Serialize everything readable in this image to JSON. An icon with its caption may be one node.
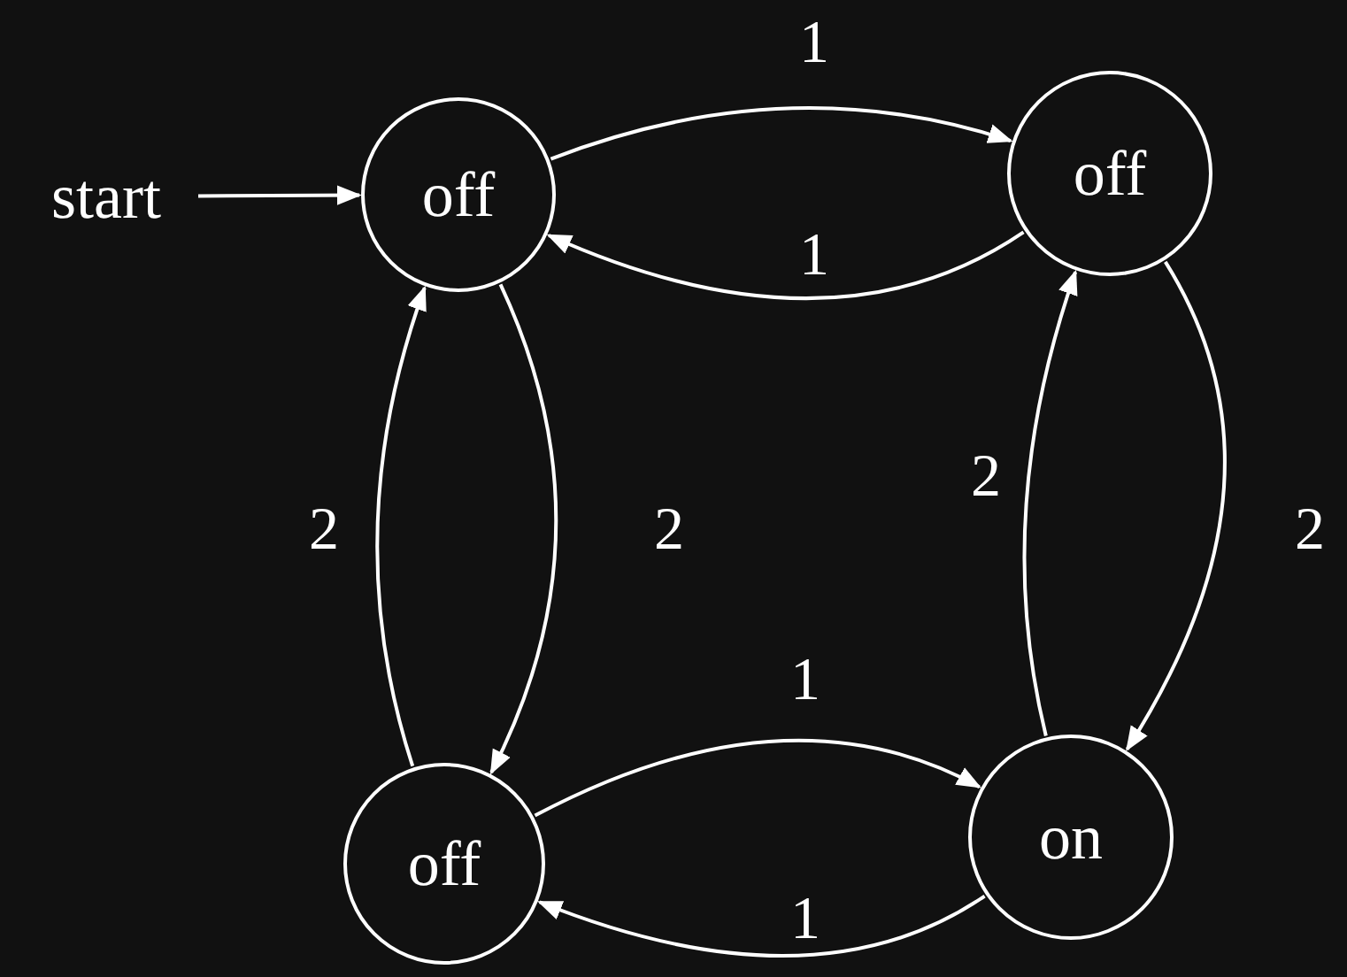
{
  "diagram": {
    "nodes": [
      {
        "text": [
          "start"
        ]
      },
      {
        "text": [
          "off"
        ]
      },
      {
        "text": [
          "off"
        ]
      },
      {
        "text": [
          "off"
        ]
      },
      {
        "text": [
          "on"
        ]
      }
    ],
    "edges": [
      {
        "from": 0,
        "to": 1,
        "arrow": "to"
      },
      {
        "from": 1,
        "to": 2,
        "arrow": "to",
        "label": "1"
      },
      {
        "from": 2,
        "to": 1,
        "arrow": "to",
        "label": "1"
      },
      {
        "from": 2,
        "to": 4,
        "arrow": "to",
        "label": "2"
      },
      {
        "from": 4,
        "to": 2,
        "arrow": "to",
        "label": "2"
      },
      {
        "from": 1,
        "to": 3,
        "arrow": "to",
        "label": "2"
      },
      {
        "from": 3,
        "to": 1,
        "arrow": "to",
        "label": "2"
      },
      {
        "from": 3,
        "to": 4,
        "arrow": "to",
        "label": "1"
      },
      {
        "from": 4,
        "to": 3,
        "arrow": "to",
        "label": "1"
      }
    ]
  }
}
